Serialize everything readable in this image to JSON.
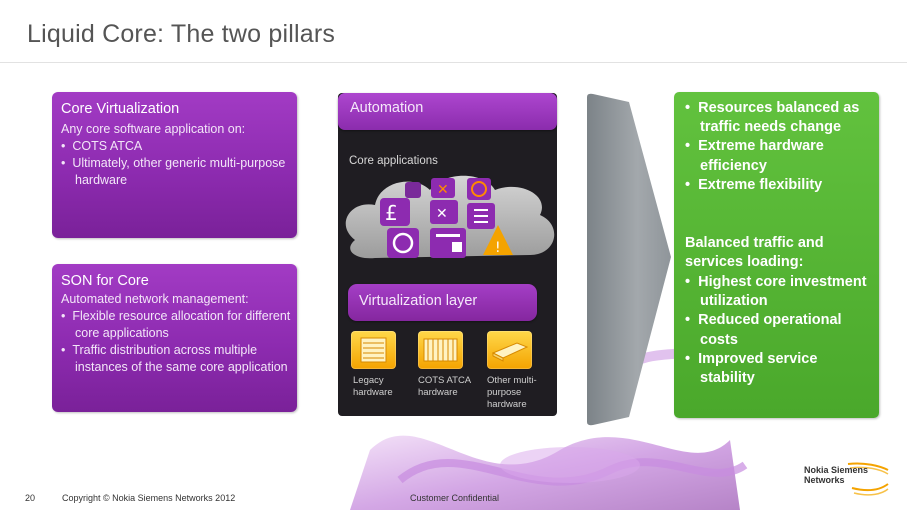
{
  "title": "Liquid Core: The two pillars",
  "core_virtualization": {
    "title": "Core Virtualization",
    "intro": "Any core software application on:",
    "bullets": [
      "COTS ATCA",
      "Ultimately, other generic multi-purpose hardware"
    ]
  },
  "son_for_core": {
    "title": "SON for Core",
    "intro": "Automated network management:",
    "bullets": [
      "Flexible resource allocation for different core applications",
      "Traffic distribution across multiple instances of the same core application"
    ]
  },
  "center": {
    "automation_label": "Automation",
    "core_applications_label": "Core applications",
    "virtualization_label": "Virtualization layer",
    "hardware": [
      {
        "label": "Legacy hardware"
      },
      {
        "label": "COTS ATCA hardware"
      },
      {
        "label": "Other multi-purpose hardware"
      }
    ]
  },
  "benefits": {
    "bullets_top": [
      "Resources balanced as traffic needs change",
      "Extreme hardware efficiency",
      "Extreme flexibility"
    ],
    "heading": "Balanced traffic and services loading:",
    "bullets_bottom": [
      "Highest core investment utilization",
      "Reduced operational costs",
      "Improved service stability"
    ]
  },
  "footer": {
    "page_number": "20",
    "copyright": "Copyright © Nokia Siemens Networks 2012",
    "confidential": "Customer Confidential",
    "logo_line1": "Nokia Siemens",
    "logo_line2": "Networks"
  },
  "colors": {
    "purple": "#8d2bb0",
    "green": "#4aa82b",
    "arrow_gray": "#8f959a",
    "hardware_yellow": "#f4a300"
  }
}
